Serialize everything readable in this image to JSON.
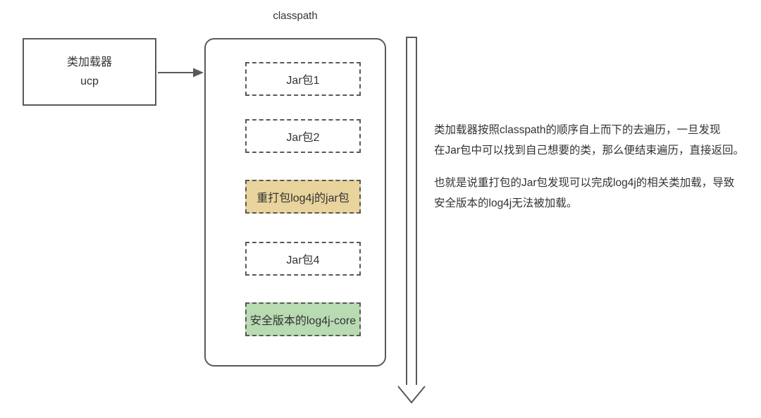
{
  "diagram": {
    "loader_box": {
      "line1": "类加载器",
      "line2": "ucp"
    },
    "classpath_label": "classpath",
    "jars": [
      {
        "label": "Jar包1",
        "variant": "plain"
      },
      {
        "label": "Jar包2",
        "variant": "plain"
      },
      {
        "label": "重打包log4j的jar包",
        "variant": "repacked",
        "fill": "#E8D49C"
      },
      {
        "label": "Jar包4",
        "variant": "plain"
      },
      {
        "label": "安全版本的log4j-core",
        "variant": "safe",
        "fill": "#B8DBB2"
      }
    ],
    "side_text": {
      "p1_line1": "类加载器按照classpath的顺序自上而下的去遍历，一旦发现",
      "p1_line2": "在Jar包中可以找到自己想要的类，那么便结束遍历，直接返回。",
      "p2_line1": "也就是说重打包的Jar包发现可以完成log4j的相关类加载，导致",
      "p2_line2": "安全版本的log4j无法被加载。"
    },
    "colors": {
      "stroke": "#595959",
      "text": "#333333",
      "repacked_fill": "#E8D49C",
      "safe_fill": "#B8DBB2"
    }
  }
}
